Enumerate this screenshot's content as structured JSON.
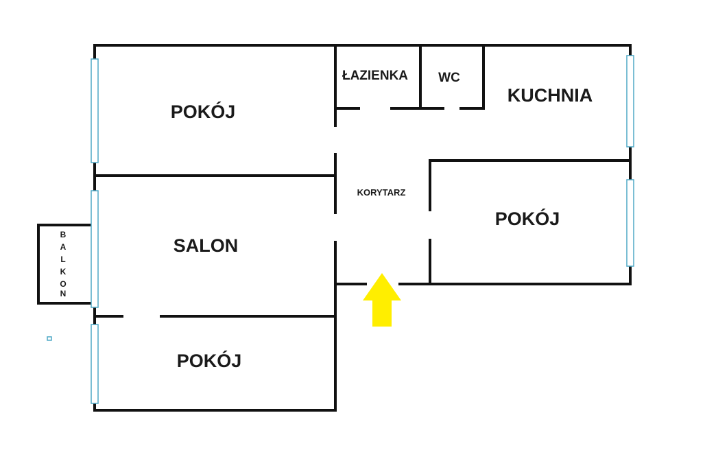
{
  "rooms": {
    "room_top_left": "POKÓJ",
    "bathroom": "ŁAZIENKA",
    "wc": "WC",
    "kitchen": "KUCHNIA",
    "corridor": "KORYTARZ",
    "room_right": "POKÓJ",
    "living_room": "SALON",
    "room_bottom_left": "POKÓJ"
  },
  "balcony": {
    "letters": [
      "B",
      "A",
      "L",
      "K",
      "O",
      "N"
    ]
  },
  "colors": {
    "wall": "#111111",
    "window": "#4fa8c6",
    "entrance_arrow": "#ffee00"
  },
  "entrance_icon": "arrow-up-icon"
}
